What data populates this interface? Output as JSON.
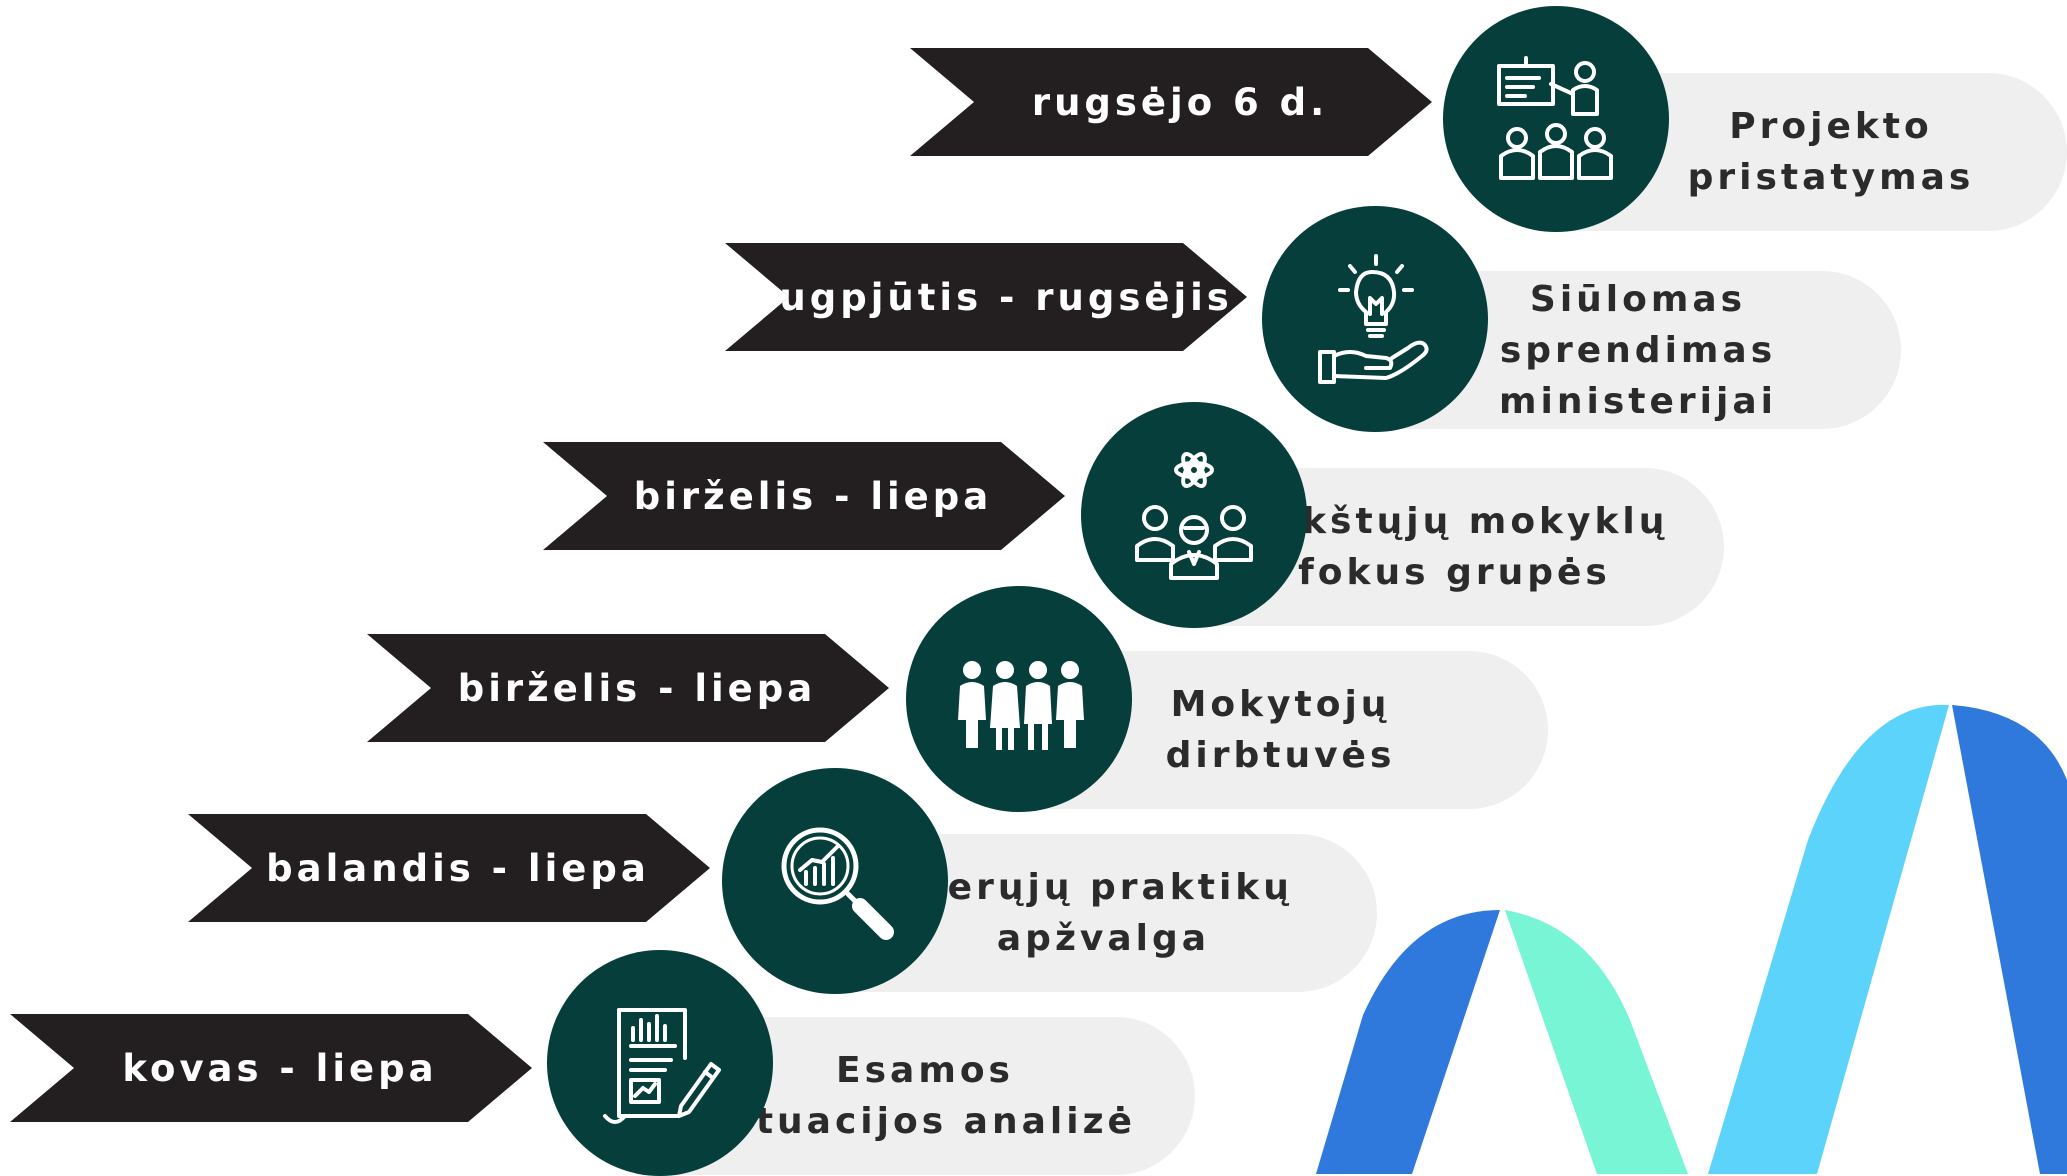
{
  "colors": {
    "arrow": "#231f20",
    "circle": "#053e3b",
    "pill": "#efefef",
    "text_dark": "#2b2b2b",
    "text_light": "#ffffff",
    "logo_blue": "#2f79dd",
    "logo_mint": "#77f5d5",
    "logo_sky": "#5cd3fa"
  },
  "steps": [
    {
      "date": "rugsėjo 6 d.",
      "label": "Projekto\npristatymas",
      "icon": "presentation-icon"
    },
    {
      "date": "rugpjūtis - rugsėjis",
      "label": "Siūlomas\nsprendimas\nministerijai",
      "icon": "idea-in-hand-icon"
    },
    {
      "date": "birželis - liepa",
      "label": "Aukštųjų mokyklų\nfokus grupės",
      "icon": "focus-group-icon"
    },
    {
      "date": "birželis - liepa",
      "label": "Mokytojų\ndirbtuvės",
      "icon": "team-icon"
    },
    {
      "date": "balandis - liepa",
      "label": "Gerųjų praktikų\napžvalga",
      "icon": "magnifier-chart-icon"
    },
    {
      "date": "kovas - liepa",
      "label": "Esamos\nsituacijos analizė",
      "icon": "report-document-icon"
    }
  ]
}
